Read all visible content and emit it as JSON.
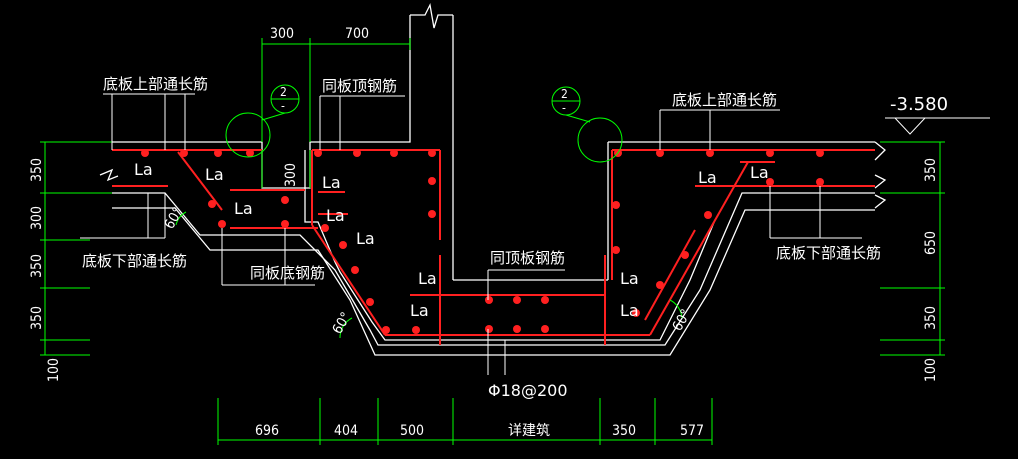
{
  "colors": {
    "background": "#000000",
    "concrete_line": "#ffffff",
    "rebar_line": "#ff2020",
    "dimension_line": "#00ff00",
    "leader_line": "#ffffff",
    "section_symbol": "#00ff00"
  },
  "level_mark": "-3.580",
  "top_dims": [
    "300",
    "700"
  ],
  "bottom_dims": [
    "696",
    "404",
    "500",
    "详建筑",
    "350",
    "577"
  ],
  "left_dims": [
    "350",
    "300",
    "350",
    "350",
    "100"
  ],
  "right_dims": [
    "350",
    "650",
    "350",
    "100"
  ],
  "labels": {
    "bottom_slab_top_left": "底板上部通长筋",
    "bottom_slab_top_right": "底板上部通长筋",
    "bottom_slab_bottom_left": "底板下部通长筋",
    "bottom_slab_bottom_right": "底板下部通长筋",
    "same_slab_top_upper": "同板顶钢筋",
    "same_slab_top_center": "同顶板钢筋",
    "same_slab_bottom": "同板底钢筋",
    "rebar_spec": "Φ18@200"
  },
  "anchor_labels": [
    "La",
    "La",
    "La",
    "La",
    "La",
    "La",
    "La",
    "La",
    "La",
    "La",
    "La",
    "La"
  ],
  "angles": [
    "60°",
    "60°",
    "60°"
  ],
  "section_marks": [
    {
      "num": "2",
      "sub": "-"
    },
    {
      "num": "2",
      "sub": "-"
    }
  ]
}
